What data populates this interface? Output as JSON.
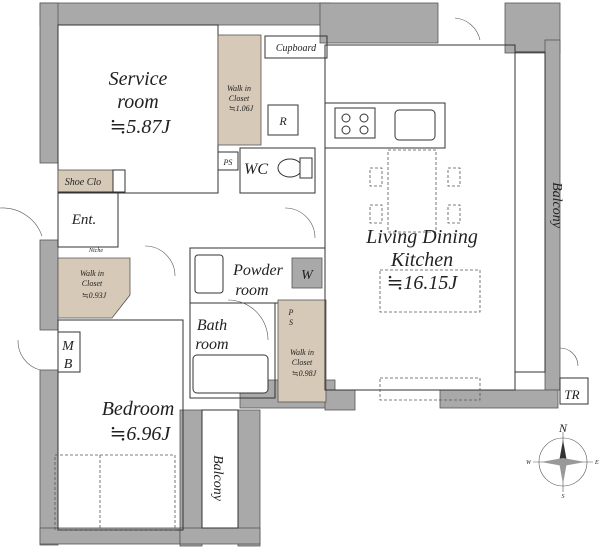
{
  "rooms": {
    "service": {
      "name_line1": "Service",
      "name_line2": "room",
      "size": "≒5.87J"
    },
    "ldk": {
      "name_line1": "Living Dining",
      "name_line2": "Kitchen",
      "size": "≒16.15J"
    },
    "bedroom": {
      "name": "Bedroom",
      "size": "≒6.96J"
    },
    "powder": {
      "name_line1": "Powder",
      "name_line2": "room"
    },
    "bath": {
      "name_line1": "Bath",
      "name_line2": "room"
    }
  },
  "labels": {
    "cupboard": "Cupboard",
    "wic_top_line1": "Walk in",
    "wic_top_line2": "Closet",
    "wic_top_size": "≒1.06J",
    "wic_left_line1": "Walk in",
    "wic_left_line2": "Closet",
    "wic_left_size": "≒0.93J",
    "wic_mid_line1": "Walk in",
    "wic_mid_line2": "Closet",
    "wic_mid_size": "≒0.98J",
    "shoe": "Shoe Clo",
    "entrance": "Ent.",
    "niche": "Niche",
    "wc": "WC",
    "ps_top": "PS",
    "ps_mid_1": "P",
    "ps_mid_2": "S",
    "r": "R",
    "w": "W",
    "mb_1": "M",
    "mb_2": "B",
    "tr": "TR",
    "balcony_right": "Balcony",
    "balcony_bottom": "Balcony"
  },
  "compass": {
    "n": "N",
    "s": "S",
    "e": "E",
    "w": "W"
  }
}
